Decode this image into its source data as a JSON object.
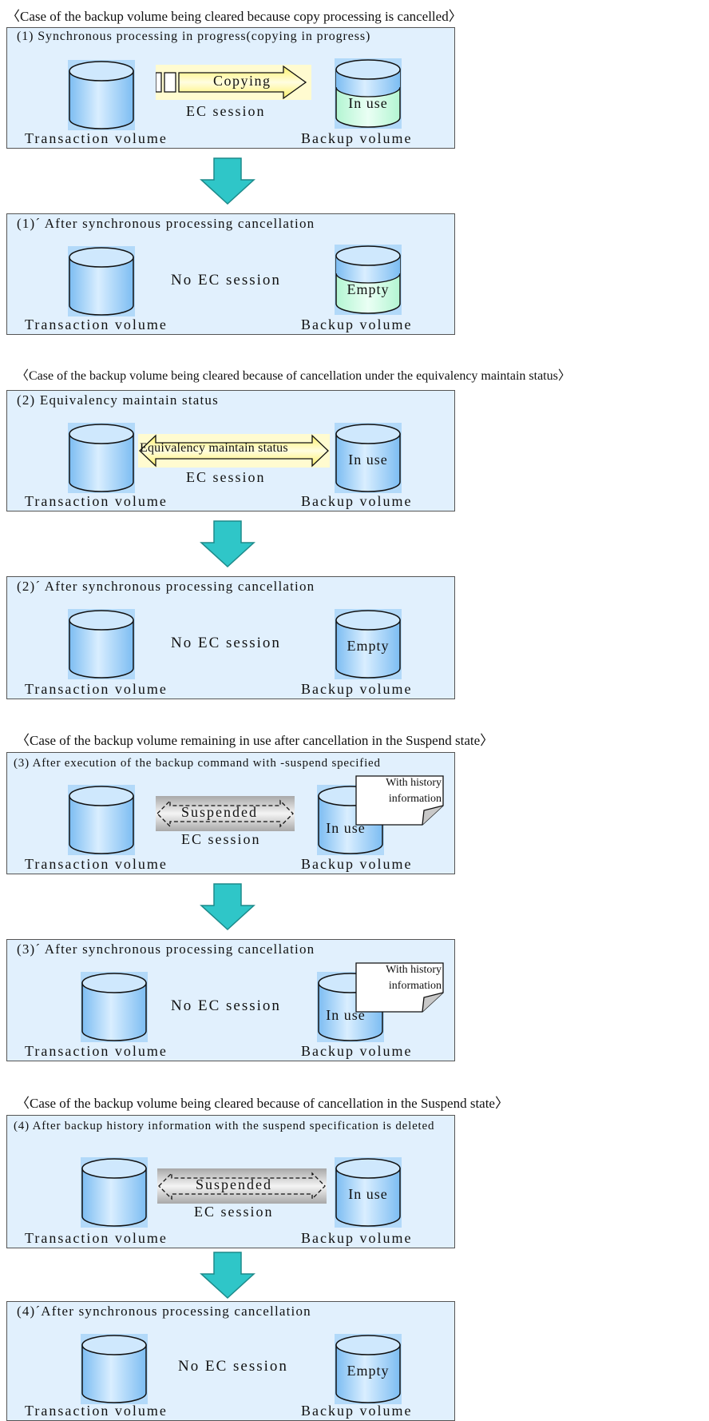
{
  "cases": [
    {
      "title": "〈Case of the backup volume being cleared because copy processing is cancelled〉"
    },
    {
      "title": "〈Case of the backup volume being cleared because of cancellation under the equivalency maintain status〉"
    },
    {
      "title": "〈Case of the backup volume remaining in use after cancellation in the Suspend state〉"
    },
    {
      "title": "〈Case of the backup volume being cleared because of cancellation in the Suspend state〉"
    }
  ],
  "panels": {
    "p1": {
      "title": "(1)  Synchronous processing in progress(copying in progress)",
      "state_label": "Copying",
      "session_label": "EC session",
      "backup_status": "In use"
    },
    "p1b": {
      "title": "(1)´ After synchronous processing cancellation",
      "session_label": "No EC session",
      "backup_status": "Empty"
    },
    "p2": {
      "title": "(2)  Equivalency maintain status",
      "state_label": "Equivalency maintain status",
      "session_label": "EC session",
      "backup_status": "In use"
    },
    "p2b": {
      "title": "(2)´ After synchronous processing cancellation",
      "session_label": "No EC session",
      "backup_status": "Empty"
    },
    "p3": {
      "title": "(3)  After execution of the backup command with -suspend specified",
      "state_label": "Suspended",
      "session_label": "EC session",
      "backup_status": "In use",
      "note_line1": "With history",
      "note_line2": "information"
    },
    "p3b": {
      "title": "(3)´ After synchronous processing cancellation",
      "session_label": "No EC session",
      "backup_status": "In use",
      "note_line1": "With history",
      "note_line2": "information"
    },
    "p4": {
      "title": "(4)  After backup history information with the suspend specification is deleted",
      "state_label": "Suspended",
      "session_label": "EC session",
      "backup_status": "In use"
    },
    "p4b": {
      "title": "(4)´After synchronous processing cancellation",
      "session_label": "No EC session",
      "backup_status": "Empty"
    }
  },
  "labels": {
    "transaction_volume": "Transaction volume",
    "backup_volume": "Backup volume"
  },
  "colors": {
    "panel_bg": "#e1f0fd",
    "volume_fill": "#a9d3f9",
    "volume_glow": "#6fb7ef",
    "empty_fill": "#ccfbe3",
    "copy_fill": "#fff8a8",
    "suspended_fill": "#bdbdbd",
    "arrow_fill": "#2fc6c8"
  }
}
